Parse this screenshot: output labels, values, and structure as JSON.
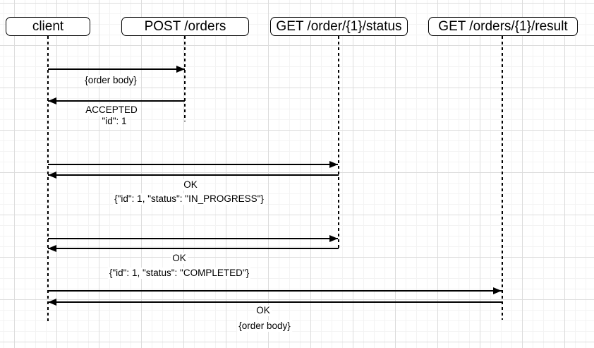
{
  "canvas": {
    "background_color": "#ffffff",
    "grid_minor_color": "#f3f3f3",
    "grid_major_color": "#dcdcdc",
    "stroke_color": "#000000"
  },
  "participants": [
    {
      "label": "client"
    },
    {
      "label": "POST /orders"
    },
    {
      "label": "GET /order/{1}/status"
    },
    {
      "label": "GET /orders/{1}/result"
    }
  ],
  "messages": [
    {
      "from": "client",
      "to": "POST /orders",
      "kind": "request",
      "label_lines": [
        "{order body}"
      ]
    },
    {
      "from": "POST /orders",
      "to": "client",
      "kind": "response",
      "label_lines": [
        "ACCEPTED",
        "\"id\": 1"
      ]
    },
    {
      "from": "client",
      "to": "GET /order/{1}/status",
      "kind": "request",
      "label_lines": []
    },
    {
      "from": "GET /order/{1}/status",
      "to": "client",
      "kind": "response",
      "label_lines": [
        "OK",
        "{\"id\": 1, \"status\": \"IN_PROGRESS\"}"
      ]
    },
    {
      "from": "client",
      "to": "GET /order/{1}/status",
      "kind": "request",
      "label_lines": []
    },
    {
      "from": "GET /order/{1}/status",
      "to": "client",
      "kind": "response",
      "label_lines": [
        "OK",
        "{\"id\": 1, \"status\": \"COMPLETED\"}"
      ]
    },
    {
      "from": "client",
      "to": "GET /orders/{1}/result",
      "kind": "request",
      "label_lines": []
    },
    {
      "from": "GET /orders/{1}/result",
      "to": "client",
      "kind": "response",
      "label_lines": [
        "OK",
        "{order body}"
      ]
    }
  ]
}
